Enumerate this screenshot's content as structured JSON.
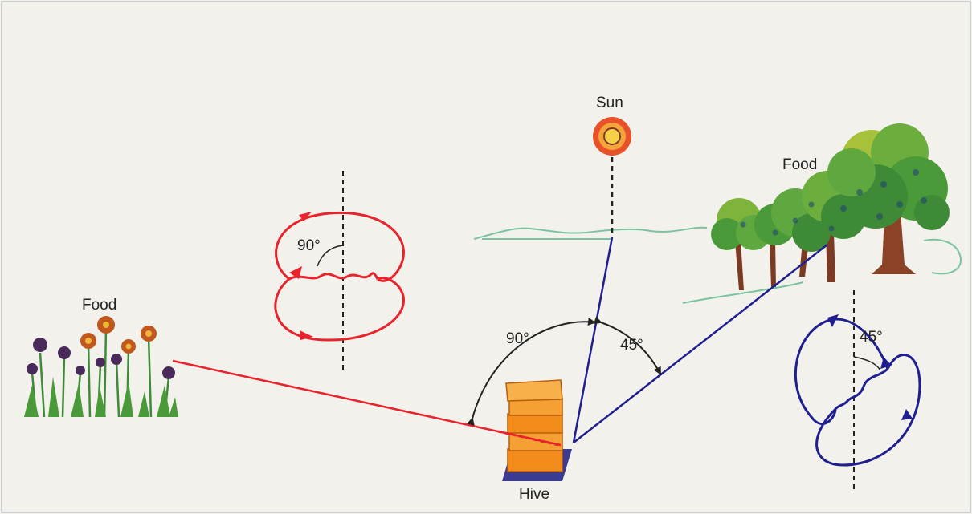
{
  "labels": {
    "sun": "Sun",
    "food_left": "Food",
    "food_right": "Food",
    "hive": "Hive",
    "angle_left": "90°",
    "angle_right": "45°",
    "dance_left_angle": "90°",
    "dance_right_angle": "45°"
  },
  "colors": {
    "background": "#f2f1ec",
    "left_path": "#e8232c",
    "right_path": "#1f1f8f",
    "sun_outer": "#e8512a",
    "sun_inner": "#f7b733",
    "hive_box": "#f28c1a",
    "hive_base": "#3b3b8f",
    "tree_leaves": "#4b9a3a",
    "tree_trunk": "#7a3b22",
    "hills": "#7bc3a0"
  },
  "icons": {
    "sun": "sun-icon",
    "hive": "beehive-icon",
    "flowers": "flowers-icon",
    "trees": "trees-icon"
  }
}
